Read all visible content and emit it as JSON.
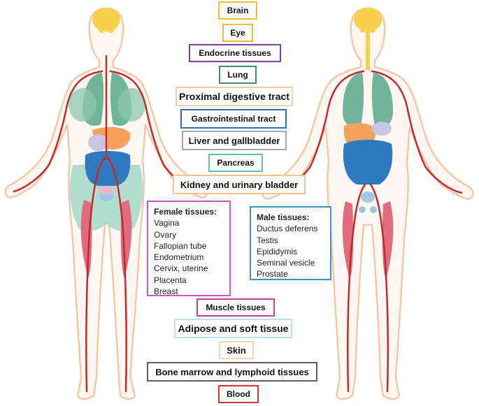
{
  "labels": [
    {
      "id": "brain",
      "text": "Brain",
      "color": "#F1BE3A"
    },
    {
      "id": "eye",
      "text": "Eye",
      "color": "#F5B73B"
    },
    {
      "id": "endocrine",
      "text": "Endocrine tissues",
      "color": "#7E3FA0"
    },
    {
      "id": "lung",
      "text": "Lung",
      "color": "#3A8F7E"
    },
    {
      "id": "proximal",
      "text": "Proximal digestive tract",
      "color": "#F6CBA8"
    },
    {
      "id": "gi",
      "text": "Gastrointestinal tract",
      "color": "#2D72B8"
    },
    {
      "id": "liver",
      "text": "Liver and gallbladder",
      "color": "#A6A6A6"
    },
    {
      "id": "pancreas",
      "text": "Pancreas",
      "color": "#62C1B3"
    },
    {
      "id": "kidney",
      "text": "Kidney and urinary bladder",
      "color": "#F6C393"
    },
    {
      "id": "muscle",
      "text": "Muscle tissues",
      "color": "#C23F97"
    },
    {
      "id": "adipose",
      "text": "Adipose and soft tissue",
      "color": "#BFE1EA"
    },
    {
      "id": "skin",
      "text": "Skin",
      "color": "#F7D5B2"
    },
    {
      "id": "bonemarrow",
      "text": "Bone marrow and lymphoid tissues",
      "color": "#5E5E5E"
    },
    {
      "id": "blood",
      "text": "Blood",
      "color": "#D93535"
    }
  ],
  "female": {
    "title": "Female tissues:",
    "color": "#C95AC2",
    "items": [
      "Vagina",
      "Ovary",
      "Fallopian tube",
      "Endometrium",
      "Cervix, uterine",
      "Placenta",
      "Breast"
    ]
  },
  "male": {
    "title": "Male tissues:",
    "color": "#3C95C9",
    "items": [
      "Ductus deferens",
      "Testis",
      "Epididymis",
      "Seminal vesicle",
      "Prostate"
    ]
  },
  "tissue_colors": {
    "outline": "#F4C7A8",
    "brain": "#F8D14A",
    "lung": "#6FB49B",
    "lung_female": "#8CC7B0",
    "liver": "#F5A15C",
    "gi": "#2F79C0",
    "stomach": "#C8C4E6",
    "vessel": "#C42A2A",
    "muscle": "#E06A7E",
    "adipose": "#9ED6C6",
    "kidney_bladder": "#9FC9E2",
    "endocrine": "#B79CD3",
    "pink": "#F4AFC8"
  }
}
